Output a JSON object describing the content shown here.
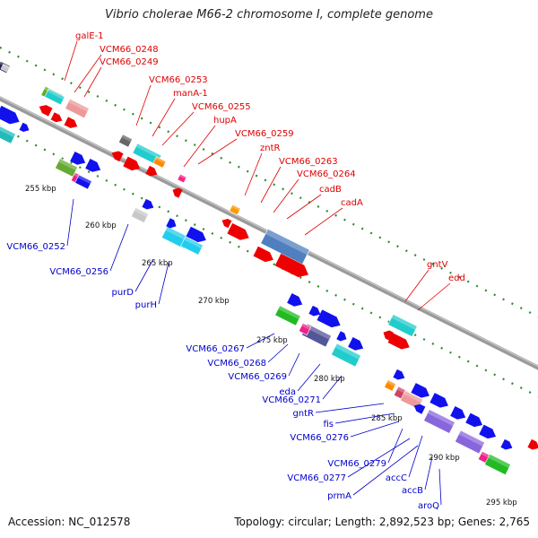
{
  "title": "Vibrio cholerae M66-2 chromosome I, complete genome",
  "footer": {
    "accession": "Accession: NC_012578",
    "summary": "Topology: circular; Length: 2,892,523 bp; Genes: 2,765"
  },
  "colors": {
    "backbone": "#8a8a8a",
    "forward_label": "#dd0000",
    "reverse_label": "#0000cc",
    "dots": "#2a8a2a"
  },
  "ticks": [
    "255 kbp",
    "260 kbp",
    "265 kbp",
    "270 kbp",
    "275 kbp",
    "280 kbp",
    "285 kbp",
    "290 kbp",
    "295 kbp"
  ],
  "forward_genes": [
    "galE-1",
    "VCM66_0248",
    "VCM66_0249",
    "VCM66_0253",
    "manA-1",
    "VCM66_0255",
    "hupA",
    "VCM66_0259",
    "zntR",
    "VCM66_0263",
    "VCM66_0264",
    "cadB",
    "cadA",
    "gntV",
    "edd"
  ],
  "reverse_genes": [
    "VCM66_0252",
    "VCM66_0256",
    "purD",
    "purH",
    "VCM66_0267",
    "VCM66_0268",
    "VCM66_0269",
    "eda",
    "VCM66_0271",
    "gntR",
    "fis",
    "VCM66_0276",
    "VCM66_0279",
    "VCM66_0277",
    "accC",
    "prmA",
    "accB",
    "aroQ"
  ]
}
